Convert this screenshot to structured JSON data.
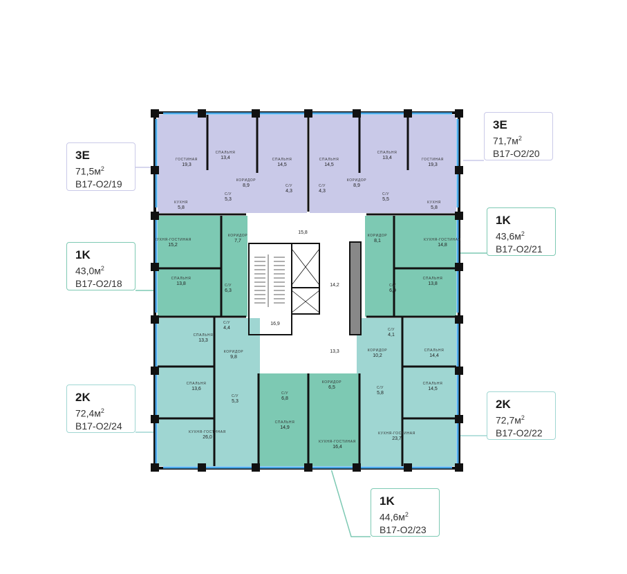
{
  "colors": {
    "unit_3e": "#c9c9e8",
    "unit_1k": "#7dc9b3",
    "unit_2k": "#9fd6d2",
    "common": "#ffffff",
    "wall": "#111111",
    "window": "#4aa8e8",
    "card_border_3e": "#c9c9e8",
    "card_border_1k": "#7dc9b3",
    "card_border_2k": "#9fd6d2"
  },
  "units": [
    {
      "id": "u19",
      "type": "3E",
      "area": "71,5м",
      "code": "В17-О2/19"
    },
    {
      "id": "u20",
      "type": "3E",
      "area": "71,7м",
      "code": "В17-О2/20"
    },
    {
      "id": "u18",
      "type": "1K",
      "area": "43,0м",
      "code": "В17-О2/18"
    },
    {
      "id": "u21",
      "type": "1K",
      "area": "43,6м",
      "code": "В17-О2/21"
    },
    {
      "id": "u24",
      "type": "2K",
      "area": "72,4м",
      "code": "В17-О2/24"
    },
    {
      "id": "u22",
      "type": "2K",
      "area": "72,7м",
      "code": "В17-О2/22"
    },
    {
      "id": "u23",
      "type": "1K",
      "area": "44,6м",
      "code": "В17-О2/23"
    }
  ],
  "area_unit_sup": "2",
  "rooms": [
    {
      "name": "ГОСТИНАЯ",
      "area": "19,3"
    },
    {
      "name": "СПАЛЬНЯ",
      "area": "13,4"
    },
    {
      "name": "СПАЛЬНЯ",
      "area": "14,5"
    },
    {
      "name": "СПАЛЬНЯ",
      "area": "14,5"
    },
    {
      "name": "СПАЛЬНЯ",
      "area": "13,4"
    },
    {
      "name": "ГОСТИНАЯ",
      "area": "19,3"
    },
    {
      "name": "КОРИДОР",
      "area": "8,9"
    },
    {
      "name": "С/У",
      "area": "4,3"
    },
    {
      "name": "С/У",
      "area": "4,3"
    },
    {
      "name": "КОРИДОР",
      "area": "8,9"
    },
    {
      "name": "КУХНЯ",
      "area": "5,8"
    },
    {
      "name": "С/У",
      "area": "5,3"
    },
    {
      "name": "С/У",
      "area": "5,5"
    },
    {
      "name": "КУХНЯ",
      "area": "5,8"
    },
    {
      "name": "КУХНЯ-ГОСТИНАЯ",
      "area": "15,2"
    },
    {
      "name": "КОРИДОР",
      "area": "7,7"
    },
    {
      "name": "КОРИДОР",
      "area": "8,1"
    },
    {
      "name": "КУХНЯ-ГОСТИНАЯ",
      "area": "14,8"
    },
    {
      "name": "СПАЛЬНЯ",
      "area": "13,8"
    },
    {
      "name": "С/У",
      "area": "6,3"
    },
    {
      "name": "С/У",
      "area": "6,9"
    },
    {
      "name": "СПАЛЬНЯ",
      "area": "13,8"
    },
    {
      "name": "С/У",
      "area": "4,4"
    },
    {
      "name": "СПАЛЬНЯ",
      "area": "13,3"
    },
    {
      "name": "С/У",
      "area": "4,1"
    },
    {
      "name": "СПАЛЬНЯ",
      "area": "14,4"
    },
    {
      "name": "КОРИДОР",
      "area": "9,8"
    },
    {
      "name": "КОРИДОР",
      "area": "10,2"
    },
    {
      "name": "СПАЛЬНЯ",
      "area": "13,6"
    },
    {
      "name": "С/У",
      "area": "5,3"
    },
    {
      "name": "С/У",
      "area": "6,8"
    },
    {
      "name": "КОРИДОР",
      "area": "6,5"
    },
    {
      "name": "С/У",
      "area": "5,8"
    },
    {
      "name": "СПАЛЬНЯ",
      "area": "14,5"
    },
    {
      "name": "СПАЛЬНЯ",
      "area": "14,9"
    },
    {
      "name": "КУХНЯ-ГОСТИНАЯ",
      "area": "16,4"
    },
    {
      "name": "КУХНЯ-ГОСТИНАЯ",
      "area": "26,0"
    },
    {
      "name": "КУХНЯ-ГОСТИНАЯ",
      "area": "23,7"
    }
  ],
  "common_areas": [
    "15,8",
    "14,2",
    "16,9",
    "13,3"
  ]
}
